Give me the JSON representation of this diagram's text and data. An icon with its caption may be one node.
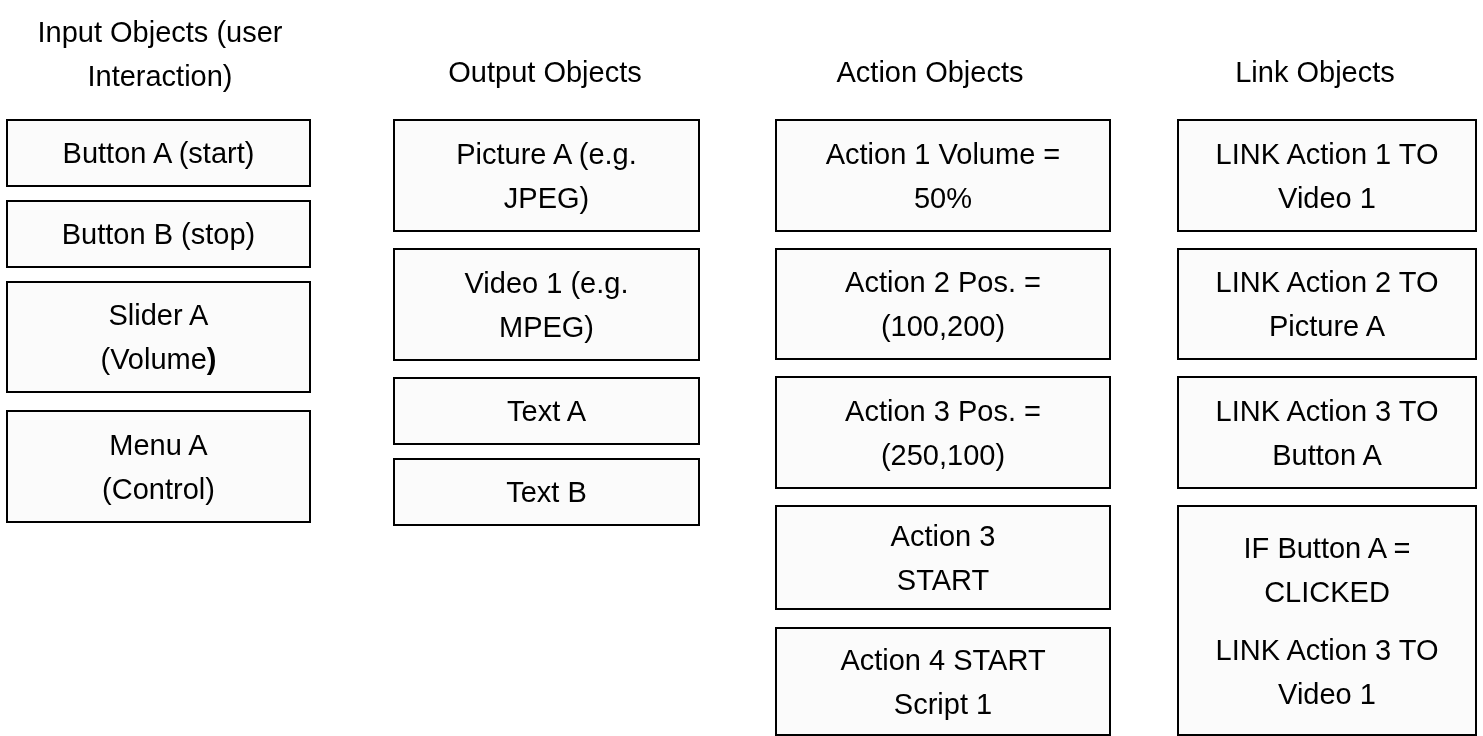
{
  "diagram": {
    "nodes": [
      {
        "text": [
          "Button A (start)"
        ]
      },
      {
        "text": [
          "Button B (stop)"
        ]
      },
      {
        "text": [
          "Slider A (Volume**)**"
        ]
      },
      {
        "text": [
          "Menu A (Control)"
        ]
      },
      {
        "text": [
          "Picture A (e.g. JPEG)"
        ]
      },
      {
        "text": [
          "Video 1 (e.g. MPEG)"
        ]
      },
      {
        "text": [
          "Text A"
        ]
      },
      {
        "text": [
          "Text B"
        ]
      },
      {
        "text": [
          "Action 1 Volume =  50%"
        ]
      },
      {
        "text": [
          "Action 2 Pos. =  (100,200)"
        ]
      },
      {
        "text": [
          "Action 3 Pos. = (250,100)"
        ]
      },
      {
        "text": [
          "Action 3 START"
        ]
      },
      {
        "text": [
          "Action 4 START Script 1"
        ]
      },
      {
        "text": [
          "LINK Action 1 TO Video 1"
        ]
      },
      {
        "text": [
          "LINK Action 2 TO Picture A"
        ]
      },
      {
        "text": [
          "LINK Action 3 TO Button A"
        ]
      },
      {
        "text": [
          "IF Button A = CLICKED",
          "LINK Action 3 TO Video 1"
        ]
      }
    ],
    "labels": [
      "Input Objects (user Interaction)",
      "Output Objects",
      "Action Objects",
      "Link Objects"
    ]
  }
}
